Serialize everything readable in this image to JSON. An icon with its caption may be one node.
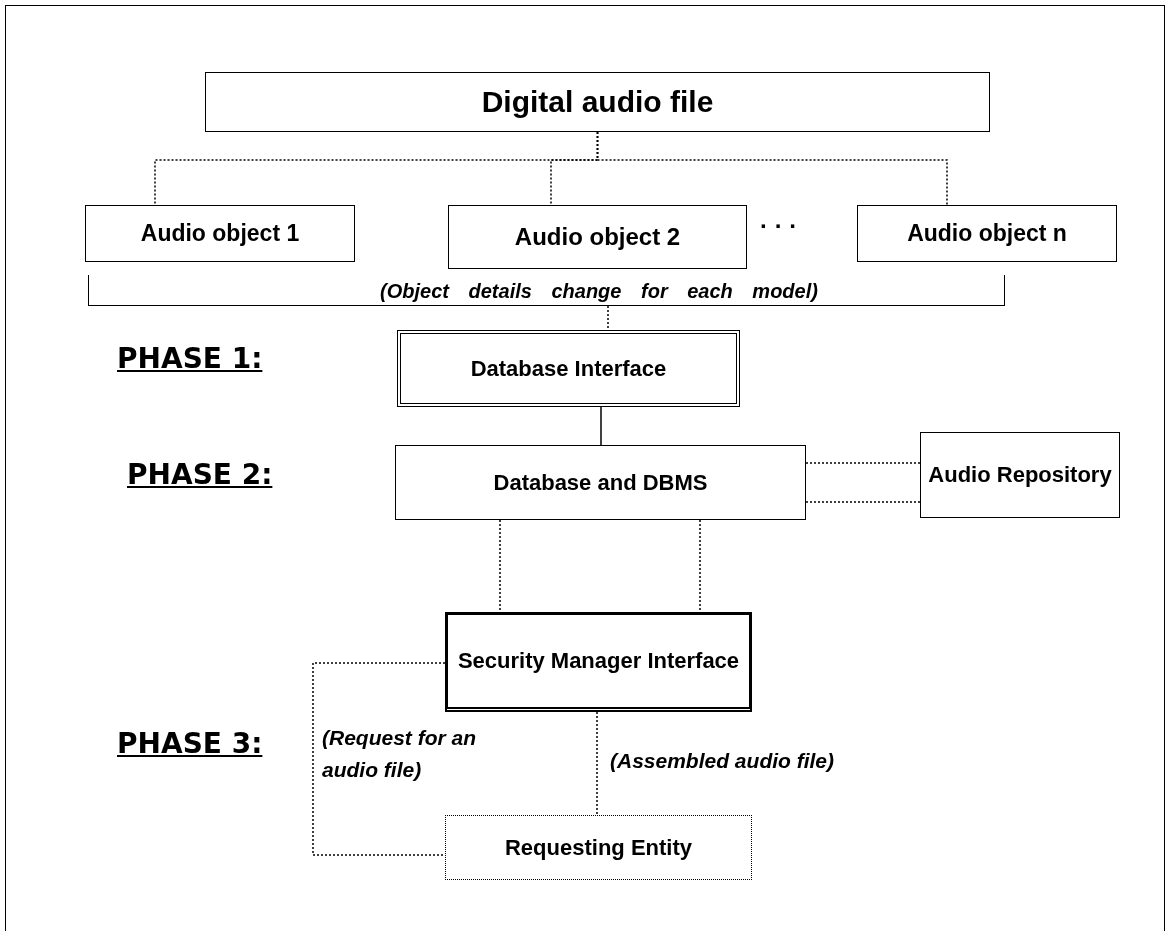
{
  "diagram": {
    "nodes": [
      {
        "text": [
          "Digital audio file"
        ]
      },
      {
        "text": [
          "Audio object 1"
        ]
      },
      {
        "text": [
          "Audio object 2"
        ]
      },
      {
        "text": [
          "Audio object n"
        ]
      },
      {
        "text": [
          "(Object details change for each model)"
        ]
      },
      {
        "text": [
          "Database Interface"
        ]
      },
      {
        "text": [
          "Database and DBMS"
        ]
      },
      {
        "text": [
          "Audio Repository"
        ]
      },
      {
        "text": [
          "Security Manager Interface"
        ]
      },
      {
        "text": [
          "Requesting Entity"
        ]
      }
    ],
    "edges": [
      {
        "from": 0,
        "to": 1,
        "arrow": "none",
        "style": "dashed"
      },
      {
        "from": 0,
        "to": 2,
        "arrow": "none",
        "style": "dashed"
      },
      {
        "from": 0,
        "to": 3,
        "arrow": "none",
        "style": "dashed"
      },
      {
        "from": 4,
        "to": 5,
        "arrow": "none",
        "style": "dashed"
      },
      {
        "from": 5,
        "to": 6,
        "arrow": "none"
      },
      {
        "from": 6,
        "to": 7,
        "arrow": "none",
        "style": "dashed"
      },
      {
        "from": 6,
        "to": 7,
        "arrow": "none",
        "style": "dashed"
      },
      {
        "from": 6,
        "to": 8,
        "arrow": "none",
        "style": "dashed"
      },
      {
        "from": 6,
        "to": 8,
        "arrow": "none",
        "style": "dashed"
      },
      {
        "from": 8,
        "to": 9,
        "arrow": "none",
        "style": "dashed",
        "label": "(Request for an audio file)"
      },
      {
        "from": 8,
        "to": 9,
        "arrow": "none",
        "style": "dashed",
        "label": "(Assembled audio file)"
      }
    ],
    "labels": [
      "· · ·",
      "PHASE 1:",
      "PHASE 2:",
      "PHASE 3:"
    ]
  }
}
